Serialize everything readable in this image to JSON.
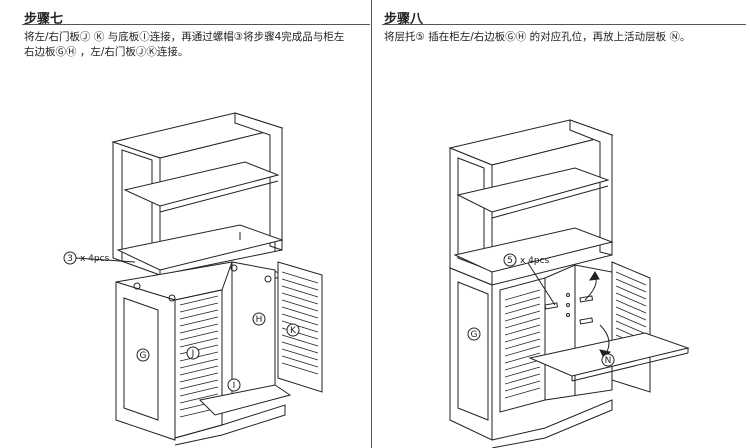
{
  "step7": {
    "title": "步骤七",
    "line1": "将左/右门板Ⓙ Ⓚ 与底板Ⓘ连接，再通过螺帽③将步骤4完成品与柜左",
    "line2": "右边板ⒼⒽ ，左/右门板ⒿⓀ连接。",
    "callout_num": "3",
    "callout_qty": "x 4pcs",
    "labels": {
      "G": "G",
      "J": "J",
      "H": "H",
      "K": "K",
      "I": "I"
    }
  },
  "step8": {
    "title": "步骤八",
    "line1": "将层托⑤ 插在柜左/右边板ⒼⒽ 的对应孔位，再放上活动层板 Ⓝ。",
    "callout_num": "5",
    "callout_qty": "x 4pcs",
    "labels": {
      "G": "G",
      "N": "N"
    }
  }
}
